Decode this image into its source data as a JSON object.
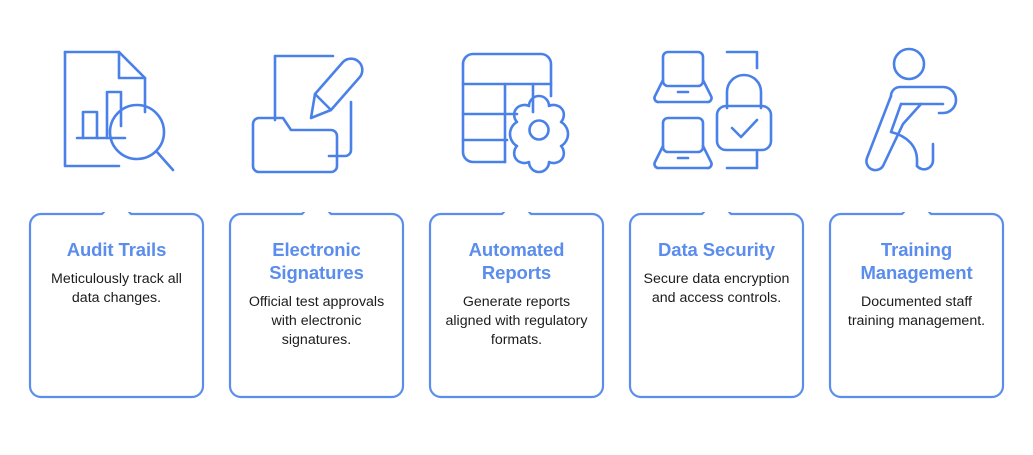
{
  "theme": {
    "accent": "#5b8ded",
    "icon_stroke": "#4a81e8",
    "card_border": "#5b8ded",
    "body_text": "#1c1c1c",
    "background": "#ffffff"
  },
  "columns": [
    {
      "icon": "document-chart-search-icon",
      "title": "Audit Trails",
      "description": "Meticulously track all data changes."
    },
    {
      "icon": "document-pencil-folder-icon",
      "title": "Electronic Signatures",
      "description": "Official test approvals with electronic signatures."
    },
    {
      "icon": "table-gear-icon",
      "title": "Automated Reports",
      "description": "Generate reports aligned with regulatory formats."
    },
    {
      "icon": "laptops-lock-check-icon",
      "title": "Data Security",
      "description": "Secure data encryption and access controls."
    },
    {
      "icon": "person-training-icon",
      "title": "Training Management",
      "description": "Documented staff training management."
    }
  ]
}
